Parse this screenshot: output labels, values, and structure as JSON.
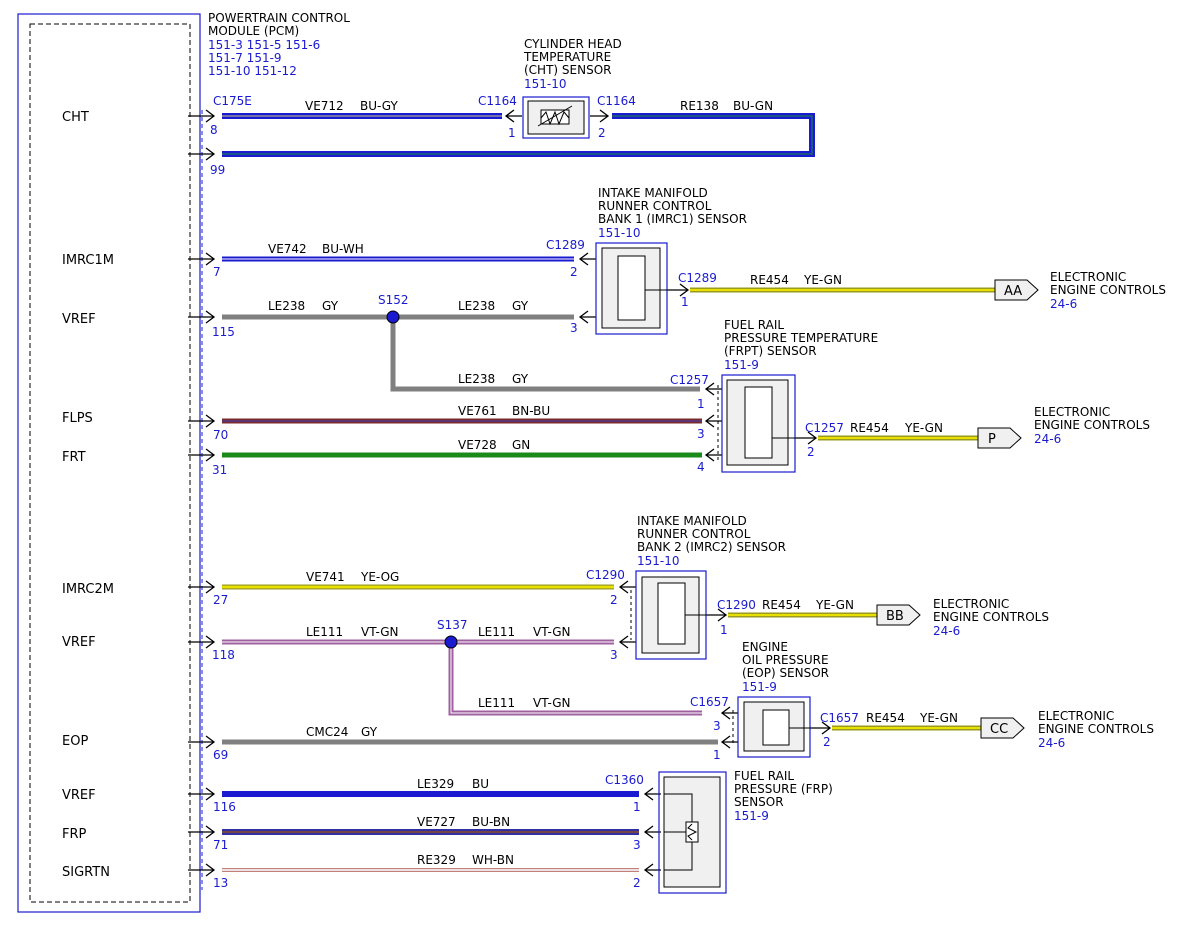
{
  "pcm": {
    "title_line1": "POWERTRAIN CONTROL",
    "title_line2": "MODULE (PCM)",
    "refs": [
      "151-3  151-5   151-6",
      "151-7  151-9",
      "151-10  151-12"
    ],
    "connector": "C175E",
    "pins": [
      "CHT",
      "IMRC1M",
      "VREF",
      "FLPS",
      "FRT",
      "IMRC2M",
      "VREF",
      "EOP",
      "VREF",
      "FRP",
      "SIGRTN"
    ]
  },
  "cht_sensor": {
    "lines": [
      "CYLINDER HEAD",
      "TEMPERATURE",
      "(CHT) SENSOR"
    ],
    "ref": "151-10",
    "conn": "C1164"
  },
  "imrc1": {
    "lines": [
      "INTAKE MANIFOLD",
      "RUNNER CONTROL",
      "BANK 1 (IMRC1) SENSOR"
    ],
    "ref": "151-10",
    "conn": "C1289"
  },
  "frpt": {
    "lines": [
      "FUEL RAIL",
      "PRESSURE TEMPERATURE",
      "(FRPT) SENSOR"
    ],
    "ref": "151-9",
    "conn": "C1257"
  },
  "imrc2": {
    "lines": [
      "INTAKE MANIFOLD",
      "RUNNER CONTROL",
      "BANK 2 (IMRC2) SENSOR"
    ],
    "ref": "151-10",
    "conn": "C1290"
  },
  "eop": {
    "lines": [
      "ENGINE",
      "OIL PRESSURE",
      "(EOP) SENSOR"
    ],
    "ref": "151-9",
    "conn": "C1657"
  },
  "frp": {
    "lines": [
      "FUEL RAIL",
      "PRESSURE (FRP)",
      "SENSOR"
    ],
    "ref": "151-9",
    "conn": "C1360"
  },
  "splices": [
    "S152",
    "S137"
  ],
  "wires": [
    {
      "circuit": "VE712",
      "color": "BU-GY",
      "pin": "8"
    },
    {
      "circuit": "RE138",
      "color": "BU-GN",
      "pin": "99"
    },
    {
      "circuit": "VE742",
      "color": "BU-WH",
      "pin": "7"
    },
    {
      "circuit": "LE238",
      "color": "GY",
      "pin": "115"
    },
    {
      "circuit": "VE761",
      "color": "BN-BU",
      "pin": "70"
    },
    {
      "circuit": "VE728",
      "color": "GN",
      "pin": "31"
    },
    {
      "circuit": "VE741",
      "color": "YE-OG",
      "pin": "27"
    },
    {
      "circuit": "LE111",
      "color": "VT-GN",
      "pin": "118"
    },
    {
      "circuit": "CMC24",
      "color": "GY",
      "pin": "69"
    },
    {
      "circuit": "LE329",
      "color": "BU",
      "pin": "116"
    },
    {
      "circuit": "VE727",
      "color": "BU-BN",
      "pin": "71"
    },
    {
      "circuit": "RE329",
      "color": "WH-BN",
      "pin": "13"
    },
    {
      "circuit": "RE454",
      "color": "YE-GN",
      "pin": ""
    }
  ],
  "offpage": {
    "labels": [
      "AA",
      "P",
      "BB",
      "CC"
    ],
    "dest_line1": "ELECTRONIC",
    "dest_line2": "ENGINE CONTROLS",
    "dest_ref": "24-6"
  },
  "colors": {
    "blue": "#1a1ad0",
    "gray": "#808080",
    "green": "#1a8a1a",
    "yellow": "#e8e000"
  }
}
